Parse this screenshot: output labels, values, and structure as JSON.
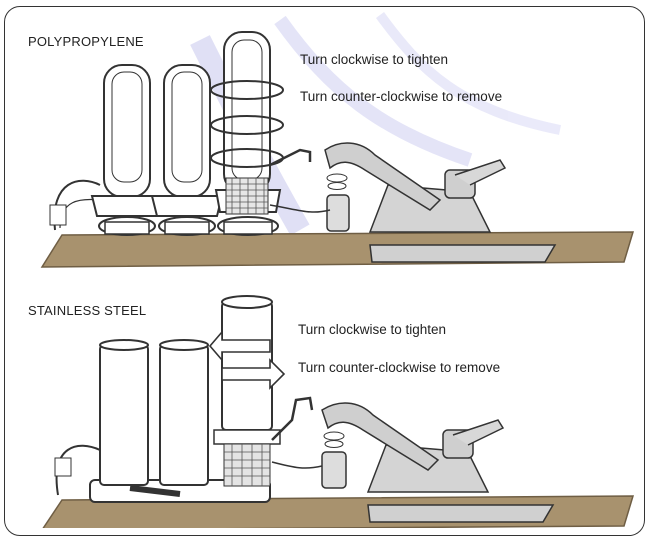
{
  "panels": [
    {
      "title": "POLYPROPYLENE",
      "instructions": [
        "Turn clockwise to tighten",
        "Turn counter-clockwise to remove"
      ]
    },
    {
      "title": "STAINLESS STEEL",
      "instructions": [
        "Turn clockwise to tighten",
        "Turn counter-clockwise to remove"
      ]
    }
  ],
  "colors": {
    "counter": "#a8926e",
    "counter_edge": "#6f5e44",
    "outline": "#333333",
    "steel": "#d9d9d9",
    "watermark": "#c8c8ee"
  }
}
